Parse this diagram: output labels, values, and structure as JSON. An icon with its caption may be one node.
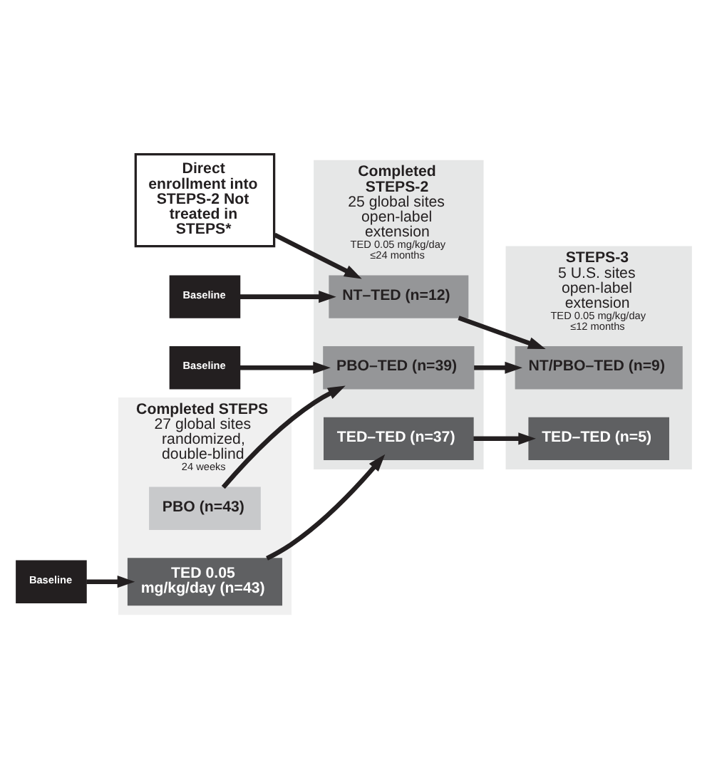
{
  "diagram": {
    "nodes": [
      {
        "text": [
          "Completed STEPS",
          "27 global sites randomized, double-blind",
          "24 weeks"
        ]
      },
      {
        "text": [
          "Completed STEPS-2",
          "25 global sites open-label extension",
          "TED 0.05 mg/kg/day ≤24 months"
        ]
      },
      {
        "text": [
          "STEPS-3",
          "5 U.S. sites open-label extension",
          "TED 0.05 mg/kg/day ≤12 months"
        ]
      },
      {
        "text": [
          "TED 0.05 mg/kg/day (n=43)"
        ],
        "in": 0
      },
      {
        "text": [
          "Baseline"
        ]
      },
      {
        "text": [
          "TED–TED (n=37)"
        ],
        "in": 1
      },
      {
        "text": [
          "TED–TED (n=5)"
        ],
        "in": 2
      },
      {
        "text": [
          "PBO (n=43)"
        ],
        "in": 0
      },
      {
        "text": [
          "PBO–TED (n=39)"
        ],
        "in": 1
      },
      {
        "text": [
          "NT/PBO–TED (n=9)"
        ],
        "in": 2
      },
      {
        "text": [
          "Baseline"
        ]
      },
      {
        "text": [
          "Direct enrollment into STEPS-2 Not treated in STEPS*"
        ]
      },
      {
        "text": [
          "NT–TED (n=12)"
        ],
        "in": 1
      },
      {
        "text": [
          "Baseline"
        ]
      }
    ],
    "edges": [
      {
        "from": 4,
        "to": 3,
        "arrow": "to"
      },
      {
        "from": 3,
        "to": 5,
        "arrow": "to"
      },
      {
        "from": 5,
        "to": 6,
        "arrow": "to"
      },
      {
        "from": 7,
        "to": 8,
        "arrow": "to"
      },
      {
        "from": 10,
        "to": 8,
        "arrow": "to"
      },
      {
        "from": 8,
        "to": 9,
        "arrow": "to"
      },
      {
        "from": 11,
        "to": 12,
        "arrow": "to"
      },
      {
        "from": 13,
        "to": 12,
        "arrow": "to"
      },
      {
        "from": 12,
        "to": 9,
        "arrow": "to"
      }
    ]
  }
}
